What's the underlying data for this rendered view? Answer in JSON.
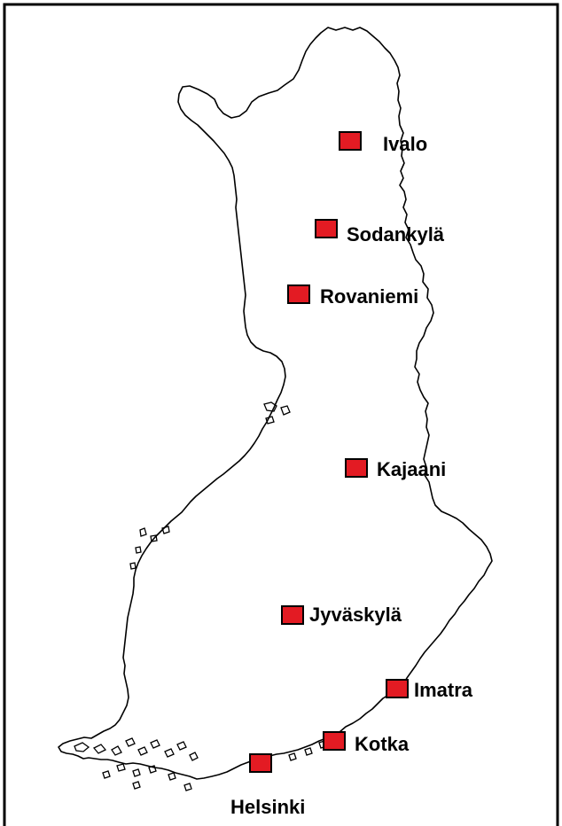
{
  "map": {
    "colors": {
      "marker_fill": "#e31b23",
      "marker_stroke": "#000000",
      "outline_stroke": "#000000",
      "frame_stroke": "#000000",
      "background": "#ffffff"
    },
    "cities": [
      {
        "name": "Ivalo"
      },
      {
        "name": "Sodankylä"
      },
      {
        "name": "Rovaniemi"
      },
      {
        "name": "Kajaani"
      },
      {
        "name": "Jyväskylä"
      },
      {
        "name": "Imatra"
      },
      {
        "name": "Kotka"
      },
      {
        "name": "Helsinki"
      }
    ]
  }
}
